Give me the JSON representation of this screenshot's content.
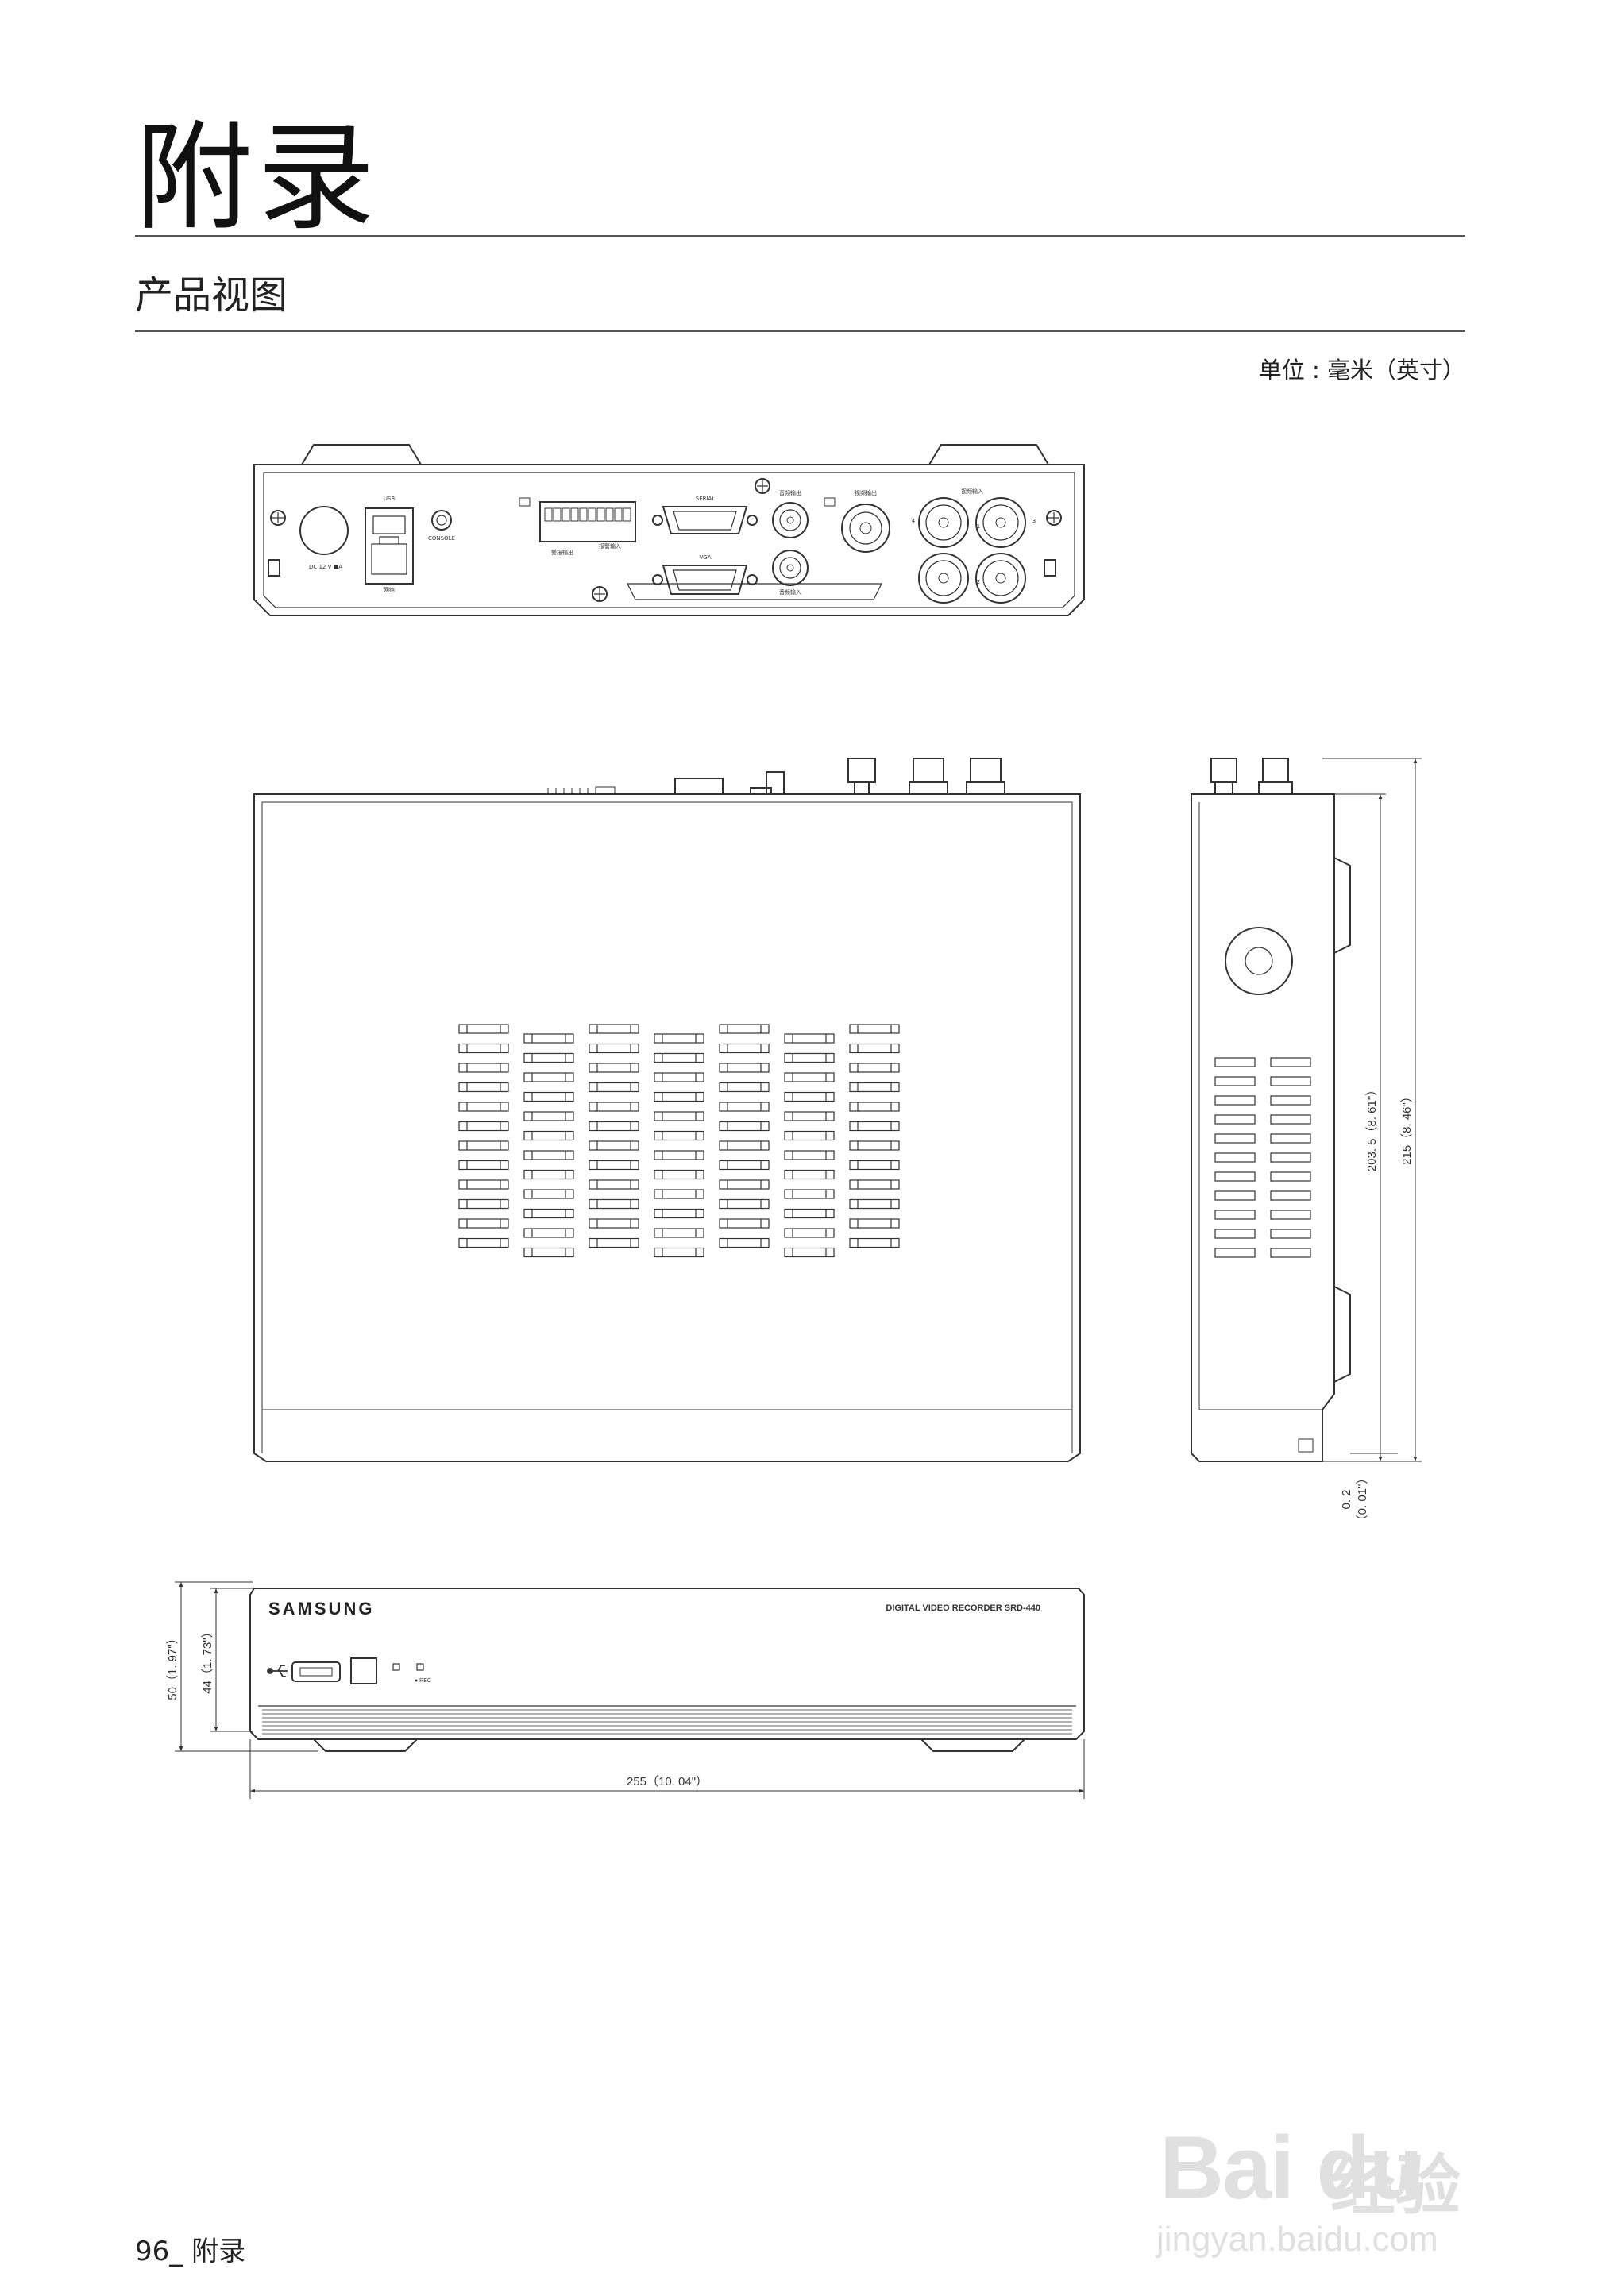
{
  "page": {
    "chapter_title": "附录",
    "section_title": "产品视图",
    "unit_note": "单位 : 毫米（英寸）",
    "footer": "96_ 附录"
  },
  "rear_panel": {
    "labels": {
      "usb": "USB",
      "network": "网络",
      "console": "CONSOLE",
      "dc": "DC 12 V ■A",
      "serial": "SERIAL",
      "vga": "VGA",
      "audio_out": "音频输出",
      "audio_in": "音频输入",
      "video_out": "视频输出",
      "video_in": "视频输入",
      "alarm_out": "警报输出",
      "alarm_in": "报警输入",
      "ch1": "1",
      "ch2": "2",
      "ch3": "3",
      "ch4": "4"
    }
  },
  "dimensions": {
    "side_depth_inner": "203. 5（8. 61\"）",
    "side_depth_outer": "215（8. 46\"）",
    "side_gap": "0. 2",
    "side_gap_inch": "（0. 01\"）",
    "front_height_outer": "50（1. 97\"）",
    "front_height_inner": "44（1. 73\"）",
    "front_width": "255（10. 04\"）"
  },
  "front_panel": {
    "brand": "SAMSUNG",
    "model": "DIGITAL VIDEO RECORDER SRD-440",
    "rec_label": "● REC"
  },
  "watermark": {
    "brand": "Bai du",
    "service": "经验",
    "url": "jingyan.baidu.com"
  }
}
